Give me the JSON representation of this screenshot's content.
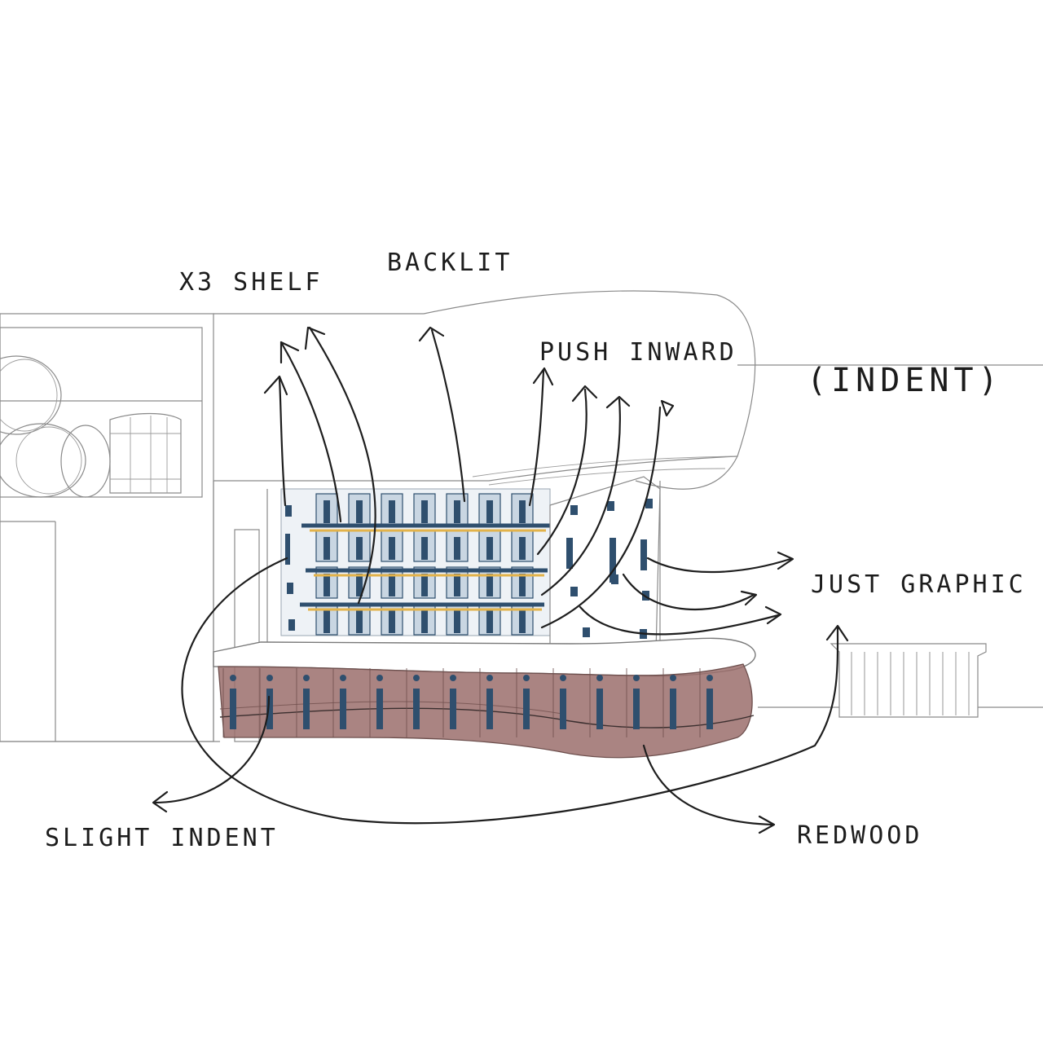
{
  "annotations": {
    "shelf": "X3 SHELF",
    "backlit": "BACKLIT",
    "push_inward": "PUSH INWARD",
    "indent": "(INDENT)",
    "just_graphic": "JUST GRAPHIC",
    "slight_indent": "SLIGHT INDENT",
    "redwood": "REDWOOD"
  },
  "colors": {
    "ink": "#1e1e1e",
    "linework": "#8a8a8a",
    "redwood": "#9b6f6c",
    "bottle_blue": "#2f4f6e",
    "backlight_amber": "#e3b34a",
    "glass": "#c9d6e2"
  }
}
